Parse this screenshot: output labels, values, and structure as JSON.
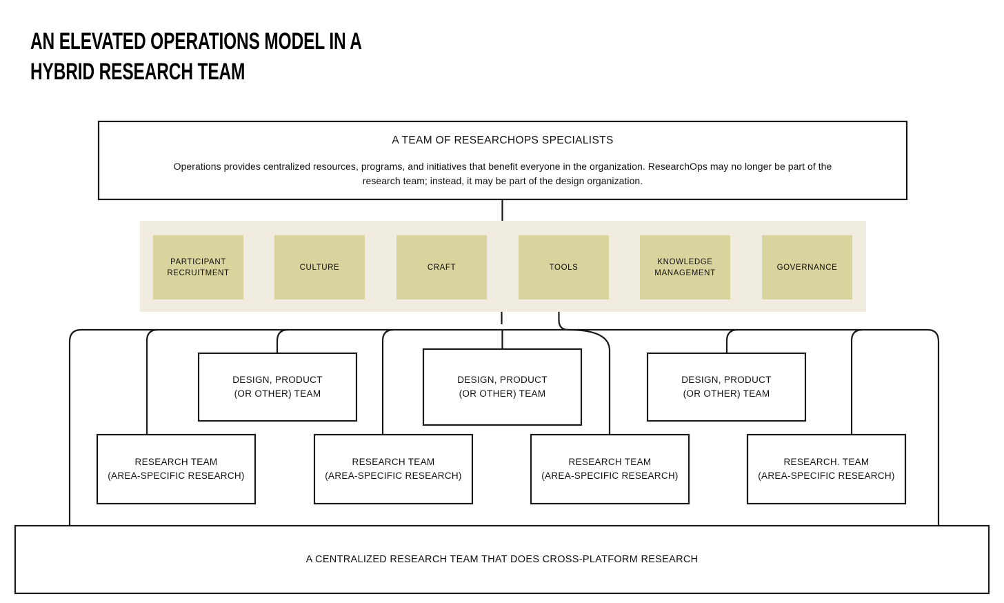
{
  "title": {
    "line1": "AN ELEVATED OPERATIONS MODEL  IN A",
    "line2": "HYBRID RESEARCH TEAM"
  },
  "top_box": {
    "heading": "A TEAM OF RESEARCHOPS SPECIALISTS",
    "body_line1": "Operations provides centralized resources, programs, and initiatives that benefit everyone in the organization. ResearchOps may no longer be part of the",
    "body_line2": "research team; instead, it may be part of the design organization."
  },
  "pillars_band": {
    "background": "#f0ecdf",
    "tile_color": "#d9d49d",
    "tiles": [
      {
        "label_line1": "PARTICIPANT",
        "label_line2": "RECRUITMENT"
      },
      {
        "label_line1": "CULTURE",
        "label_line2": ""
      },
      {
        "label_line1": "CRAFT",
        "label_line2": ""
      },
      {
        "label_line1": "TOOLS",
        "label_line2": ""
      },
      {
        "label_line1": "KNOWLEDGE",
        "label_line2": "MANAGEMENT"
      },
      {
        "label_line1": "GOVERNANCE",
        "label_line2": ""
      }
    ]
  },
  "design_boxes": [
    {
      "line1": "DESIGN, PRODUCT",
      "line2": "(OR OTHER) TEAM"
    },
    {
      "line1": "DESIGN, PRODUCT",
      "line2": "(OR OTHER) TEAM"
    },
    {
      "line1": "DESIGN, PRODUCT",
      "line2": "(OR OTHER) TEAM"
    }
  ],
  "research_boxes": [
    {
      "line1": "RESEARCH TEAM",
      "line2": "(AREA-SPECIFIC RESEARCH)"
    },
    {
      "line1": "RESEARCH TEAM",
      "line2": "(AREA-SPECIFIC RESEARCH)"
    },
    {
      "line1": "RESEARCH TEAM",
      "line2": "(AREA-SPECIFIC RESEARCH)"
    },
    {
      "line1": "RESEARCH. TEAM",
      "line2": "(AREA-SPECIFIC RESEARCH)"
    }
  ],
  "bottom_bar": {
    "label": "A CENTRALIZED RESEARCH TEAM THAT DOES CROSS-PLATFORM RESEARCH"
  },
  "colors": {
    "stroke": "#1a1a1a",
    "background": "#ffffff",
    "band": "#f0ecdf",
    "tile": "#d9d49d"
  }
}
